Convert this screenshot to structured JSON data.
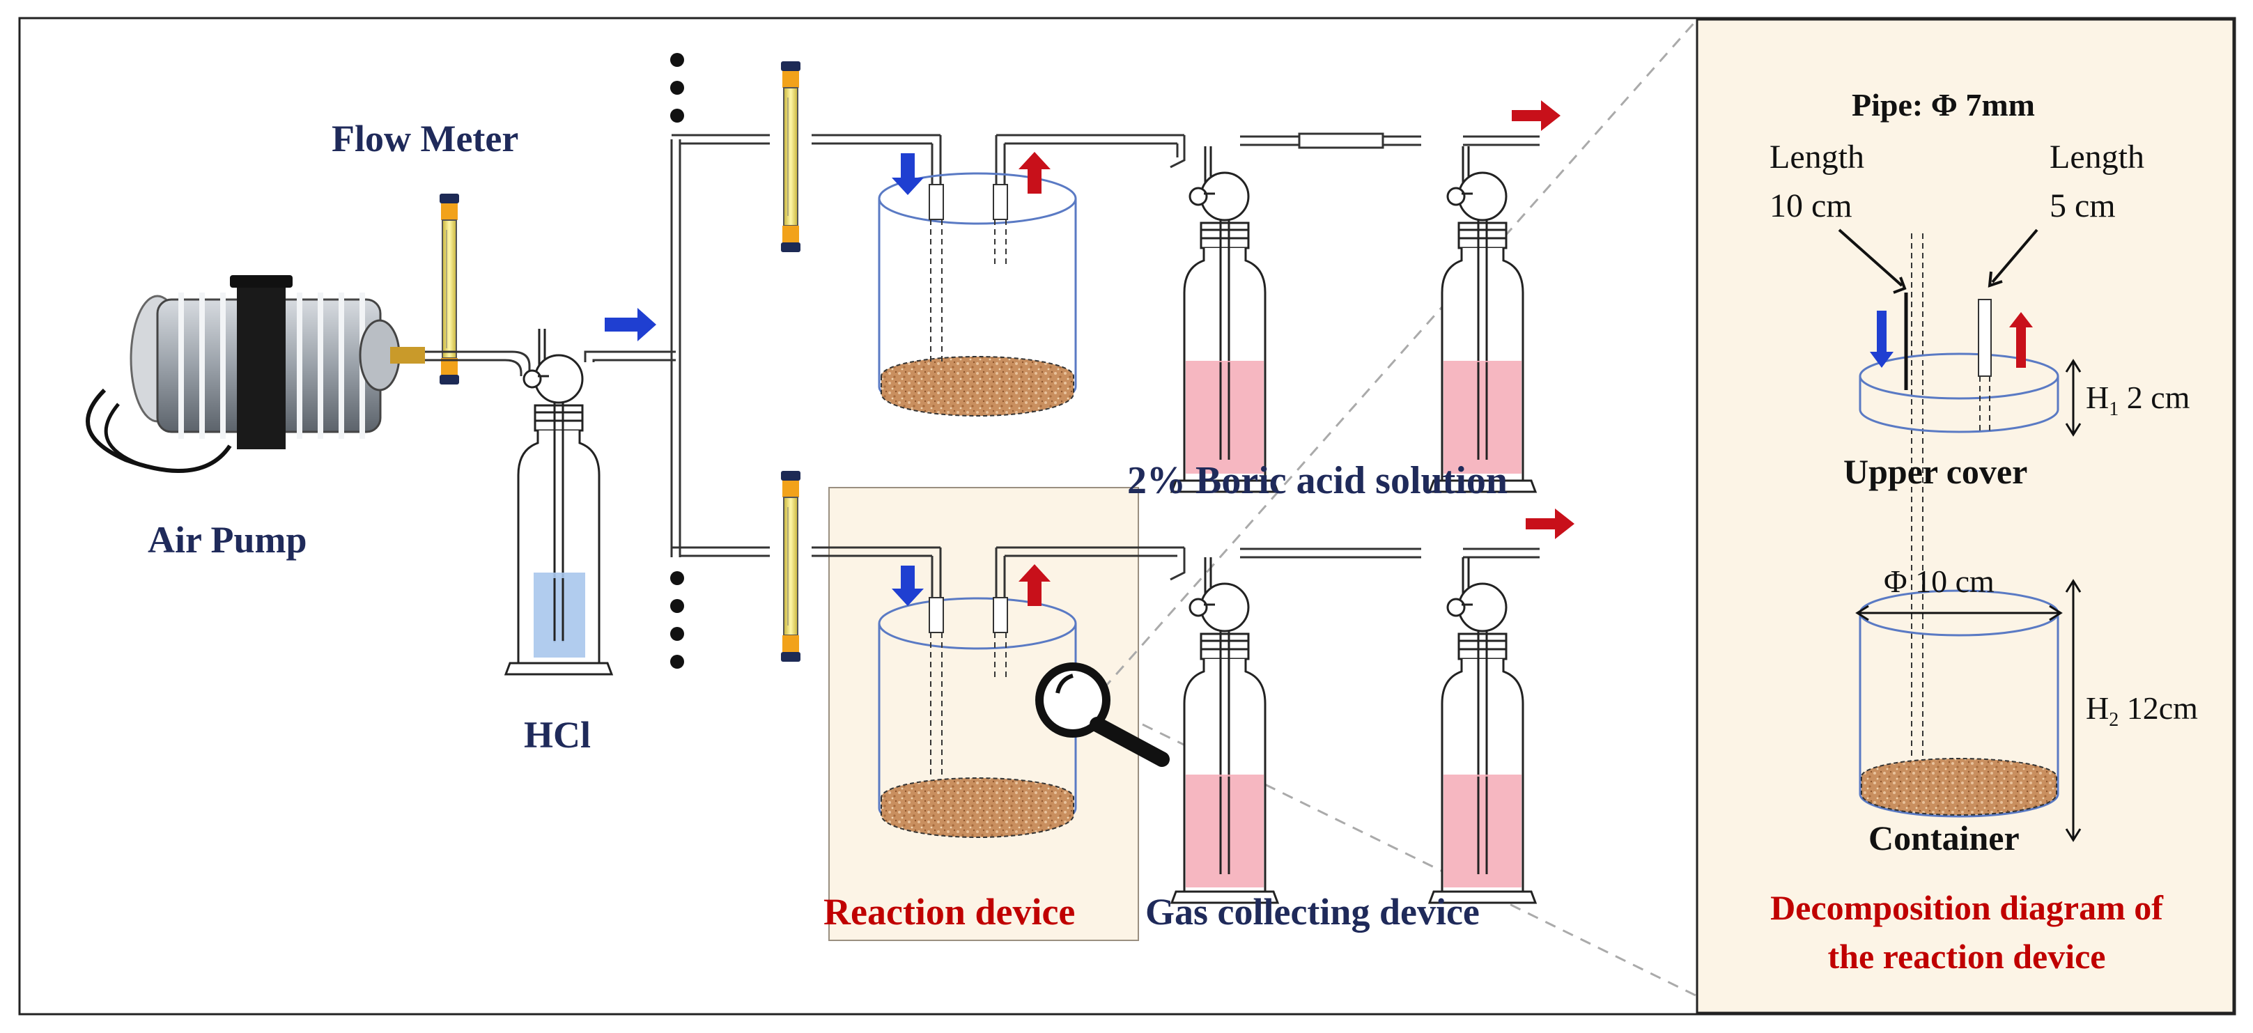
{
  "labels": {
    "flow_meter": "Flow Meter",
    "air_pump": "Air Pump",
    "hcl": "HCl",
    "boric_acid": "2% Boric acid solution",
    "reaction_device": "Reaction device",
    "gas_collecting": "Gas collecting device"
  },
  "decomposition": {
    "pipe": "Pipe: Φ 7mm",
    "length_left_1": "Length",
    "length_left_2": "10 cm",
    "length_right_1": "Length",
    "length_right_2": "5 cm",
    "h1": "H",
    "h1_sub": "1",
    "h1_val": " 2 cm",
    "upper_cover": "Upper cover",
    "diameter": "Φ 10 cm",
    "h2": "H",
    "h2_sub": "2",
    "h2_val": " 12cm",
    "container": "Container",
    "title_line1": "Decomposition diagram of",
    "title_line2": "the reaction device"
  },
  "colors": {
    "navy_text": "#1f2a5a",
    "red_text": "#c00000",
    "flow_arrow": "#1f3fd1",
    "return_arrow": "#c8101a",
    "panel_bg": "#fcf4e6",
    "liquid_blue": "#a9c6ec",
    "liquid_pink": "#f5aab6",
    "soil": "#c98f5f"
  }
}
